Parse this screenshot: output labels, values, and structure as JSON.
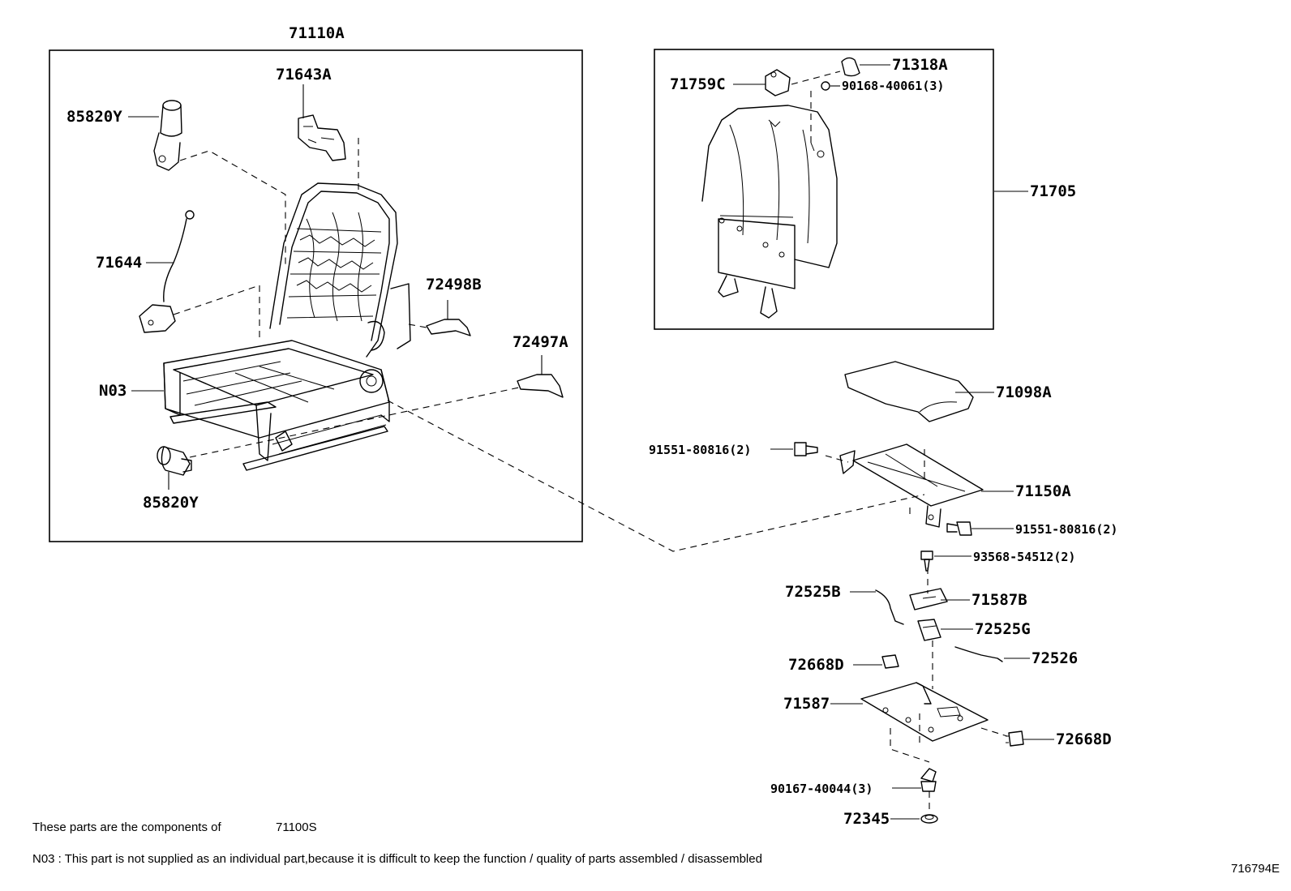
{
  "diagram": {
    "part_labels": {
      "p71110A": "71110A",
      "p71643A": "71643A",
      "p85820Y_top": "85820Y",
      "p71644": "71644",
      "p72498B": "72498B",
      "p72497A": "72497A",
      "pN03": "N03",
      "p85820Y_bottom": "85820Y",
      "p71318A": "71318A",
      "p71759C": "71759C",
      "p90168": "90168-40061(3)",
      "p71705": "71705",
      "p71098A": "71098A",
      "p91551_left": "91551-80816(2)",
      "p71150A": "71150A",
      "p91551_right": "91551-80816(2)",
      "p93568": "93568-54512(2)",
      "p72525B": "72525B",
      "p71587B": "71587B",
      "p72525G": "72525G",
      "p72526": "72526",
      "p72668D_left": "72668D",
      "p71587": "71587",
      "p72668D_right": "72668D",
      "p90167": "90167-40044(3)",
      "p72345": "72345"
    },
    "notes": {
      "components_prefix": "These parts are the components of",
      "components_code": "71100S",
      "n03_note": "N03 : This part is not supplied as an individual part,because it is difficult to keep the function / quality of parts assembled / disassembled"
    },
    "figure_id": "716794E"
  }
}
